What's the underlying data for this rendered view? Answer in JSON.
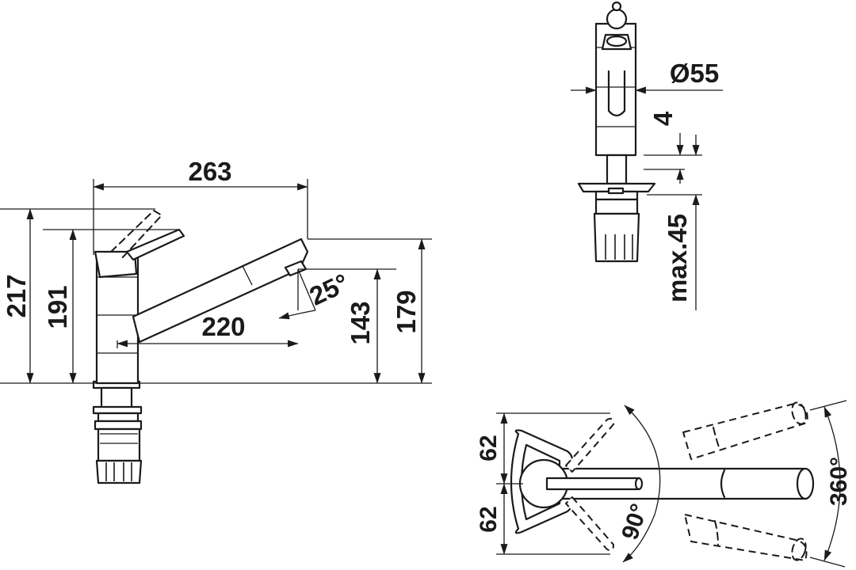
{
  "side_view": {
    "overall_length": "263",
    "spout_reach": "220",
    "height_max": "217",
    "height_lever": "191",
    "spout_height_front": "179",
    "spout_outlet_height": "143",
    "spout_angle": "25°"
  },
  "front_view": {
    "base_diameter": "Ø55",
    "base_plate_thickness": "4",
    "mounting_thickness": "max.45"
  },
  "top_view": {
    "lever_offset_upper": "62",
    "lever_offset_lower": "62",
    "lever_rotation": "90°",
    "spout_swivel": "360°"
  }
}
